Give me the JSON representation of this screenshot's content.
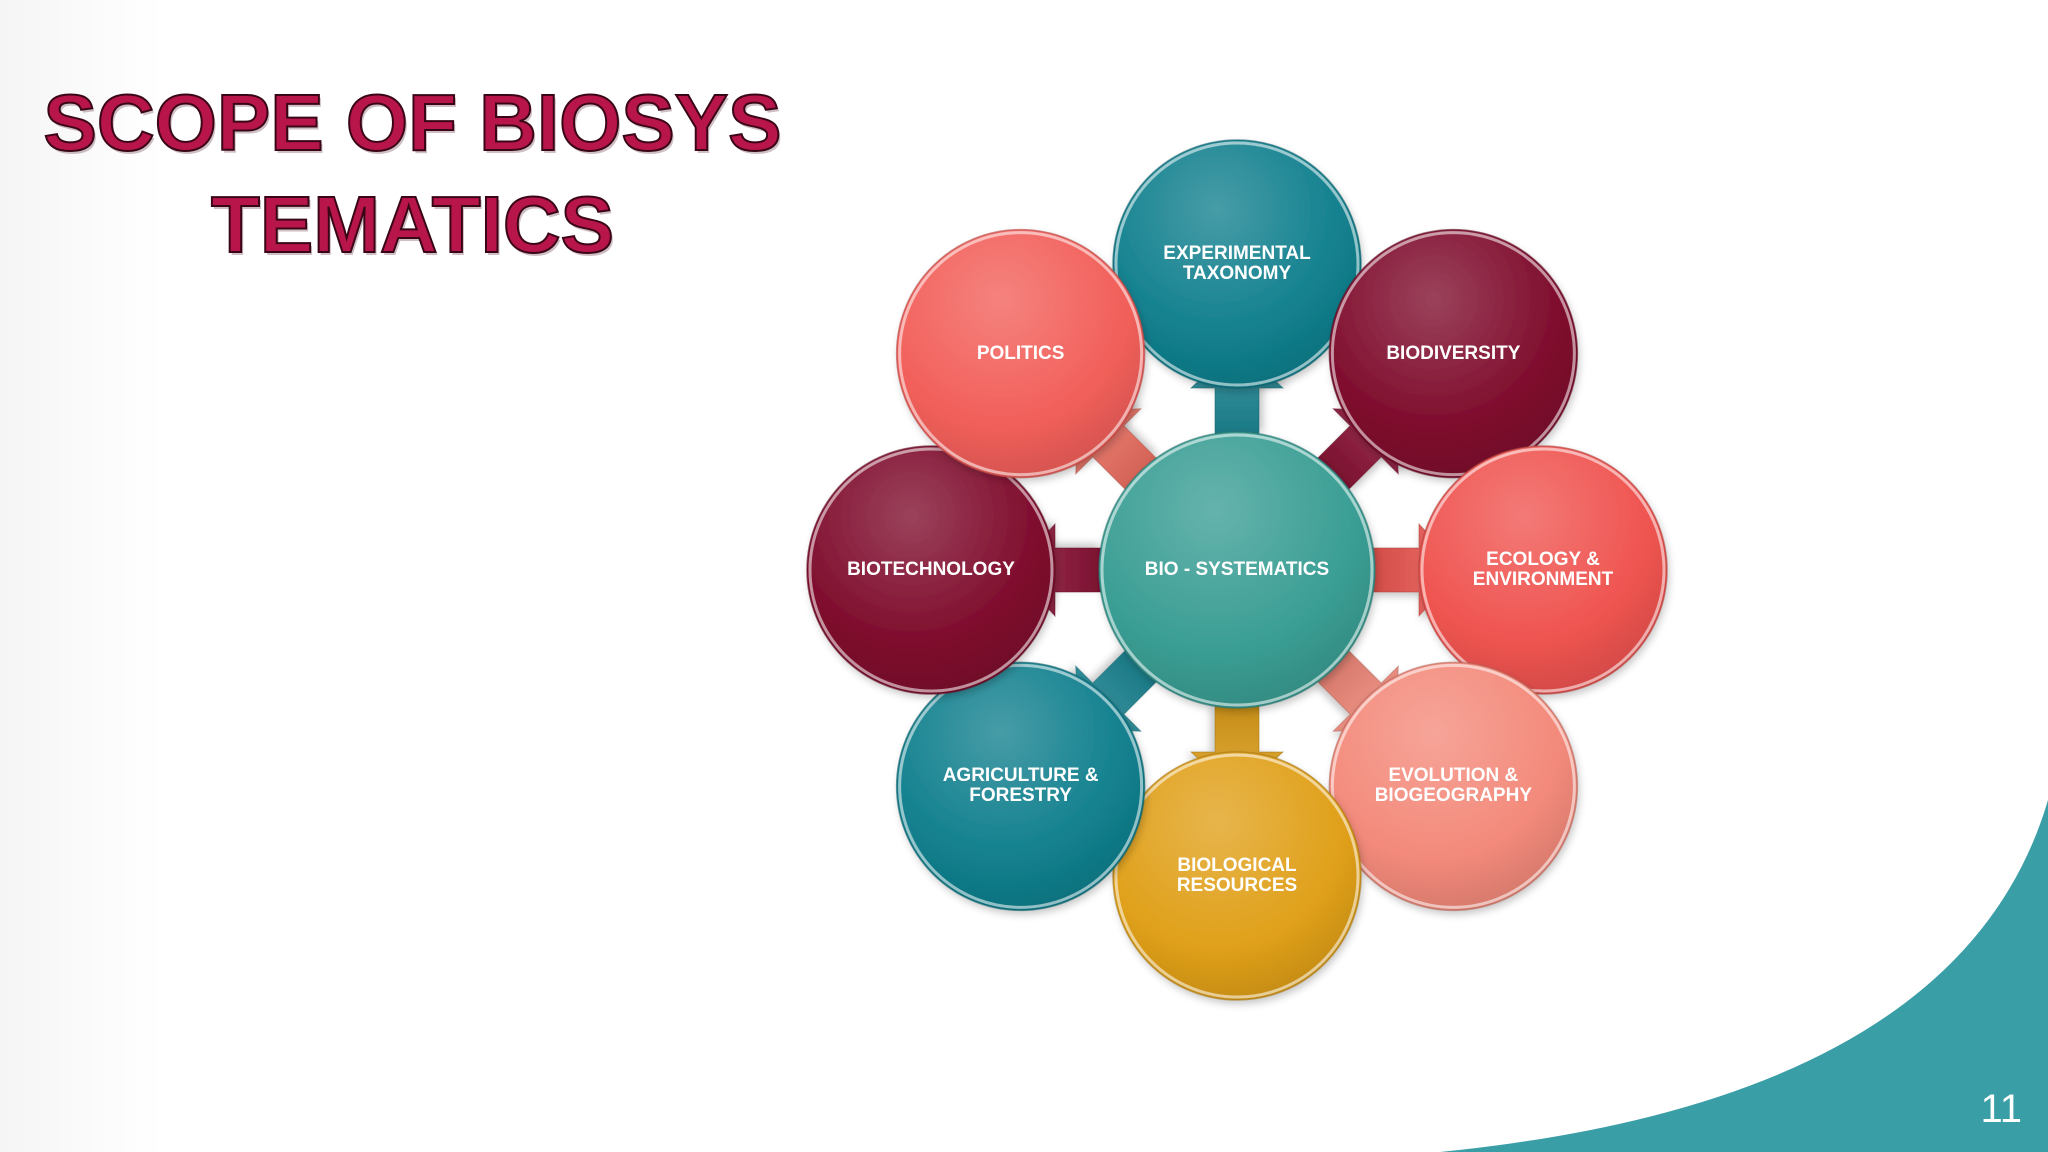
{
  "slide": {
    "title": "SCOPE OF BIOSYSTEMATICS",
    "page_number": "11"
  },
  "diagram": {
    "center": {
      "label": "BIO - SYSTEMATICS",
      "color": "#3a9e94"
    },
    "nodes": [
      {
        "key": "experimental-taxonomy",
        "label": "EXPERIMENTAL\nTAXONOMY",
        "color": "#12808e"
      },
      {
        "key": "biodiversity",
        "label": "BIODIVERSITY",
        "color": "#7f0d2d"
      },
      {
        "key": "ecology-environment",
        "label": "ECOLOGY &\nENVIRONMENT",
        "color": "#ef5450"
      },
      {
        "key": "evolution-biogeography",
        "label": "EVOLUTION &\nBIOGEOGRAPHY",
        "color": "#f38a7b"
      },
      {
        "key": "biological-resources",
        "label": "BIOLOGICAL\nRESOURCES",
        "color": "#e0a01a"
      },
      {
        "key": "agriculture-forestry",
        "label": "AGRICULTURE &\nFORESTRY",
        "color": "#12808e"
      },
      {
        "key": "biotechnology",
        "label": "BIOTECHNOLOGY",
        "color": "#7f0d2d"
      },
      {
        "key": "politics",
        "label": "POLITICS",
        "color": "#f25f5a"
      }
    ],
    "arrow_colors": [
      "#1e8896",
      "#8c1236",
      "#ef5752",
      "#f38a7b",
      "#e0a01a",
      "#1e8896",
      "#8c1236",
      "#f07062"
    ],
    "accent_color": "#3a9ea6"
  }
}
